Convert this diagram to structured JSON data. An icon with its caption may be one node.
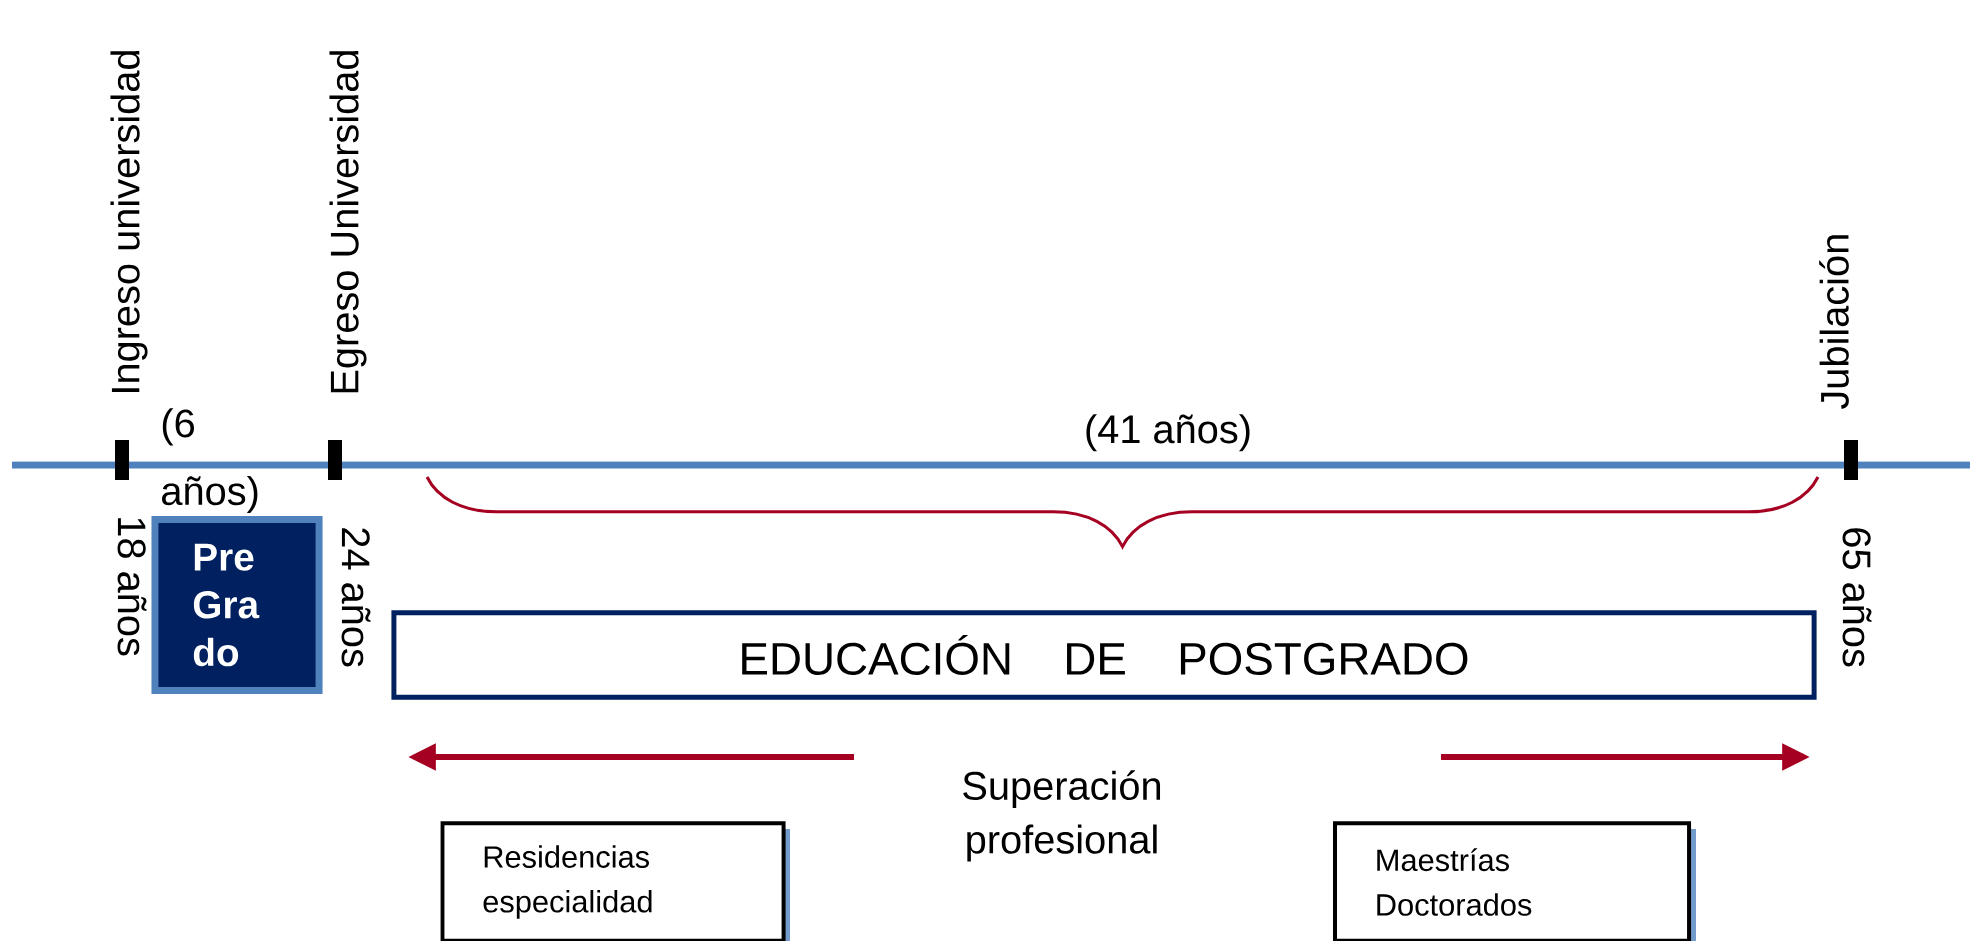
{
  "diagram": {
    "nodes": [
      {
        "text": [
          "Pre Gra do"
        ]
      },
      {
        "text": [
          "EDUCACIÓN DE POSTGRADO"
        ]
      },
      {
        "text": [
          "Residencias especialidad"
        ]
      },
      {
        "text": [
          "Maestrías Doctorados"
        ]
      }
    ],
    "labels": [
      "Ingreso universidad",
      "Egreso Universidad",
      "Jubilación",
      "(6 años)",
      "(41 años)",
      "18 años",
      "24 años",
      "65 años",
      "Superación profesional"
    ]
  }
}
